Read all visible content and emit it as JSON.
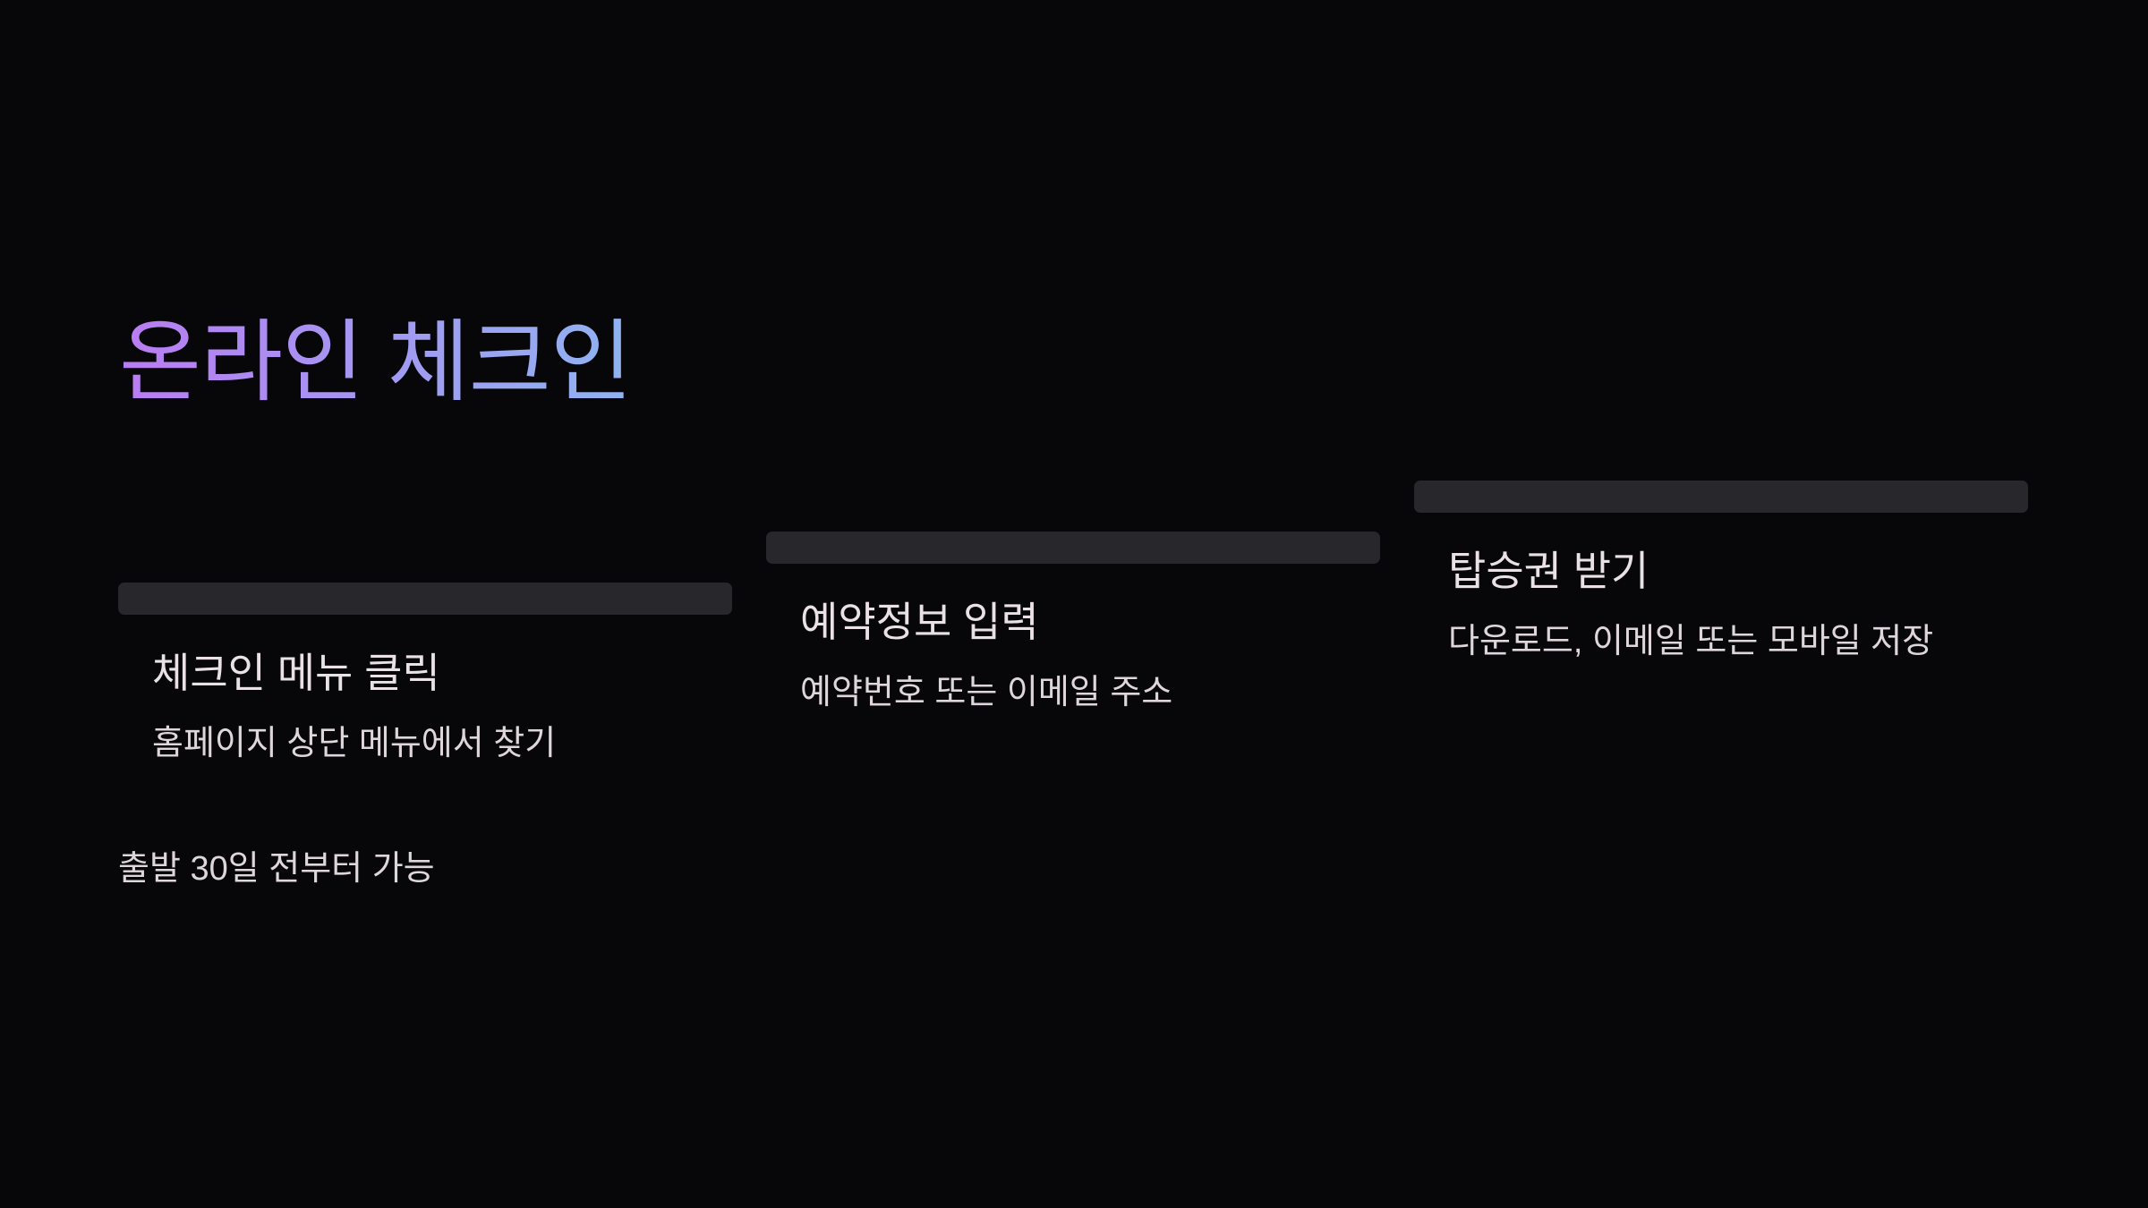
{
  "slide": {
    "title": "온라인 체크인",
    "steps": [
      {
        "heading": "체크인 메뉴 클릭",
        "subtitle": "홈페이지 상단 메뉴에서 찾기",
        "note": "출발 30일 전부터 가능"
      },
      {
        "heading": "예약정보 입력",
        "subtitle": "예약번호 또는 이메일 주소"
      },
      {
        "heading": "탑승권 받기",
        "subtitle": "다운로드, 이메일 또는 모바일 저장"
      }
    ],
    "colors": {
      "background": "#07070a",
      "step_bar": "#28272c",
      "heading_text": "#e9e1e5",
      "body_text": "#ded6da",
      "title_gradient_start": "#b97cf2",
      "title_gradient_end": "#8fb4f1"
    }
  }
}
